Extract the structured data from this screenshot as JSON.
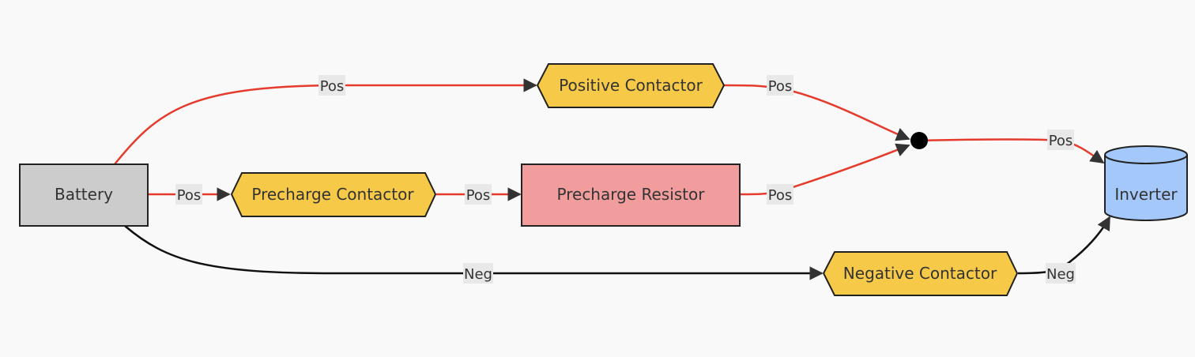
{
  "colors": {
    "background": "#f9f9f9",
    "pos_wire": "#e53b2c",
    "neg_wire": "#111111",
    "contactor_fill": "#f7c948",
    "resistor_fill": "#f19d9d",
    "battery_fill": "#cccccc",
    "inverter_fill": "#a4c8f9",
    "stroke": "#222222"
  },
  "nodes": {
    "battery": "Battery",
    "precharge_contactor": "Precharge Contactor",
    "precharge_resistor": "Precharge Resistor",
    "positive_contactor": "Positive Contactor",
    "negative_contactor": "Negative Contactor",
    "inverter": "Inverter"
  },
  "edges": {
    "battery_to_positive_contactor": "Pos",
    "positive_contactor_to_junction": "Pos",
    "battery_to_precharge_contactor": "Pos",
    "precharge_contactor_to_resistor": "Pos",
    "resistor_to_junction": "Pos",
    "junction_to_inverter": "Pos",
    "battery_to_negative_contactor": "Neg",
    "negative_contactor_to_inverter": "Neg"
  }
}
